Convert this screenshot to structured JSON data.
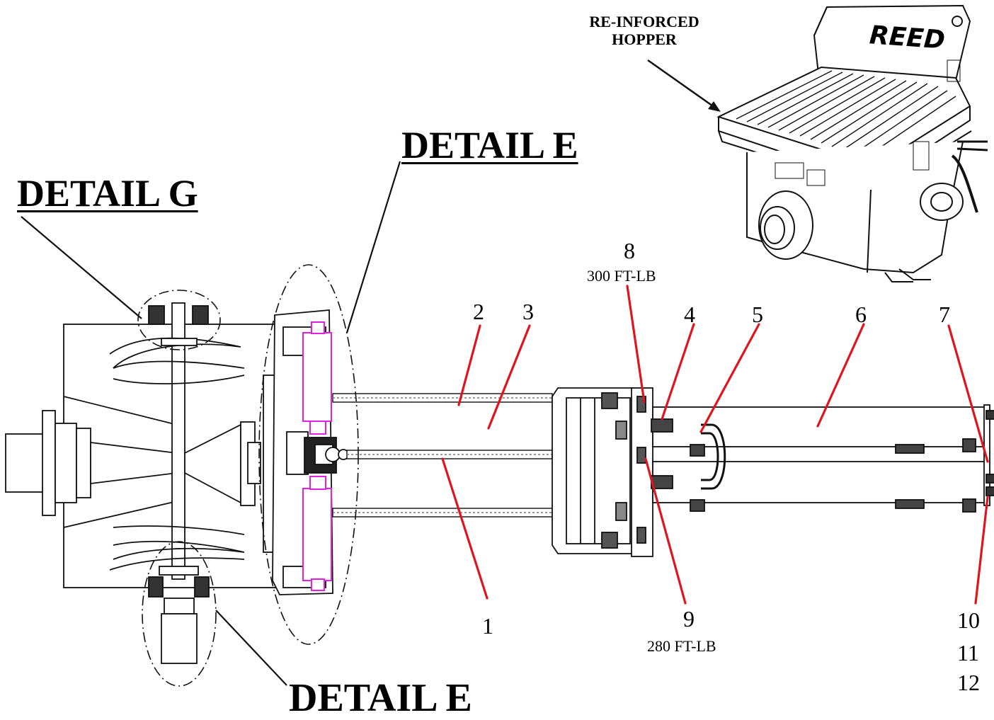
{
  "callouts": {
    "detail_g": "DETAIL G",
    "detail_e_top": "DETAIL E",
    "detail_e_bottom": "DETAIL E",
    "hopper_line1": "RE-INFORCED",
    "hopper_line2": "HOPPER",
    "brand": "REED"
  },
  "parts": [
    {
      "id": "1",
      "label": "1"
    },
    {
      "id": "2",
      "label": "2"
    },
    {
      "id": "3",
      "label": "3"
    },
    {
      "id": "4",
      "label": "4"
    },
    {
      "id": "5",
      "label": "5"
    },
    {
      "id": "6",
      "label": "6"
    },
    {
      "id": "7",
      "label": "7"
    },
    {
      "id": "8",
      "label": "8",
      "torque": "300 FT-LB"
    },
    {
      "id": "9",
      "label": "9",
      "torque": "280 FT-LB"
    },
    {
      "id": "10",
      "label": "10"
    },
    {
      "id": "11",
      "label": "11"
    },
    {
      "id": "12",
      "label": "12"
    }
  ],
  "colors": {
    "leader_red": "#e0141e",
    "hydraulic_magenta": "#e021e0",
    "line": "#111111"
  }
}
